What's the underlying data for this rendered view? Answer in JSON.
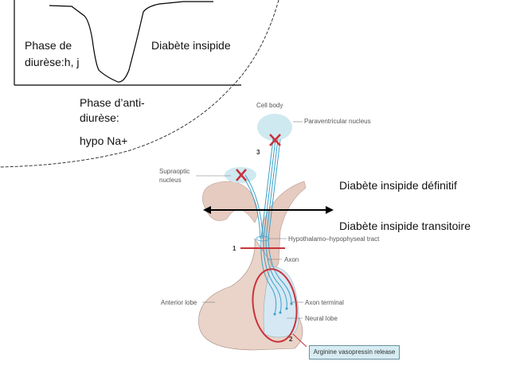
{
  "graph": {
    "left_label_line1": "Phase de",
    "left_label_line2": "diurèse:h, j",
    "right_label": "Diabète insipide",
    "bottom_label_line1": "Phase d’anti-",
    "bottom_label_line2": "diurèse:",
    "bottom_label_line3": "hypo Na+"
  },
  "annotations": {
    "upper": "Diabète insipide définitif",
    "lower": "Diabète insipide transitoire"
  },
  "diagram": {
    "cell_body": "Cell body",
    "paraventricular": "Paraventricular nucleus",
    "supraoptic_line1": "Supraoptic",
    "supraoptic_line2": "nucleus",
    "tract": "Hypothalamo–hypophyseal tract",
    "axon": "Axon",
    "anterior_lobe": "Anterior lobe",
    "axon_terminal": "Axon terminal",
    "neural_lobe": "Neural lobe",
    "release": "Arginine vasopressin release",
    "num1": "1",
    "num2": "2",
    "num3": "3"
  },
  "colors": {
    "lesion": "#c8323c",
    "axon": "#3aa0c8",
    "tissue": "#e8cfc4"
  }
}
